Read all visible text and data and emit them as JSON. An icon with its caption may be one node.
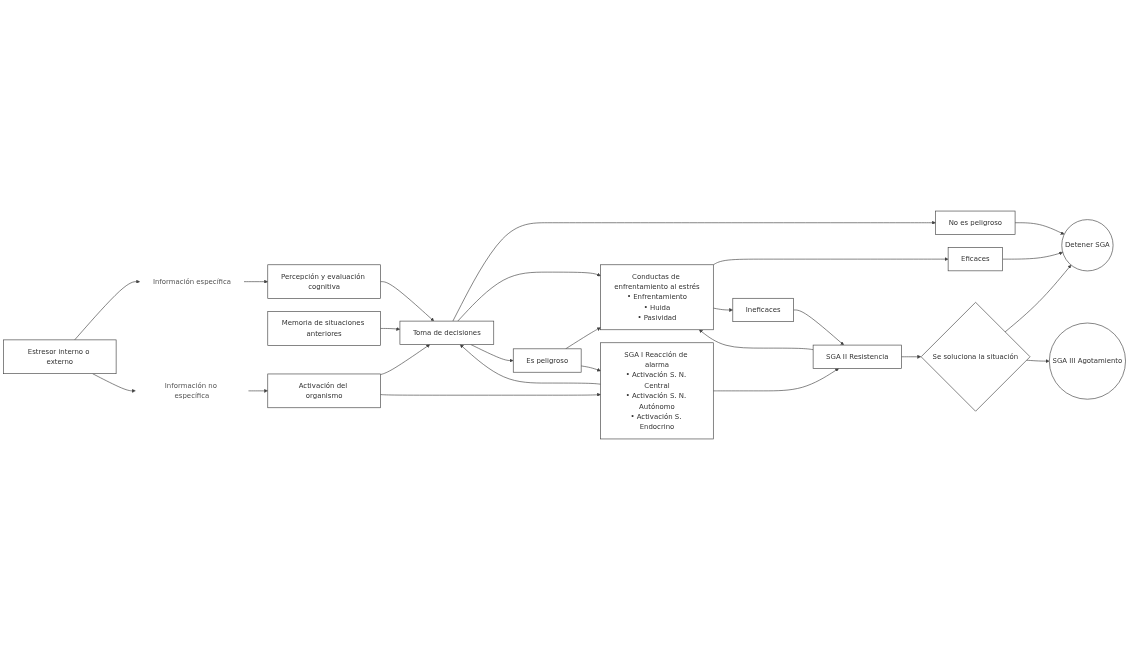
{
  "diagram": {
    "nodes": [
      {
        "text": [
          "Información específica"
        ]
      },
      {
        "text": [
          "Percepción y evaluación cognitiva"
        ]
      },
      {
        "text": [
          "Memoria de situaciones anteriores"
        ]
      },
      {
        "text": [
          "No es peligroso"
        ]
      },
      {
        "text": [
          "Detener SGA"
        ]
      },
      {
        "text": [
          "Conductas de enfrentamiento al estrés",
          "• Enfrentamiento",
          "• Huida",
          "• Pasividad"
        ]
      },
      {
        "text": [
          "Eficaces"
        ]
      },
      {
        "text": [
          "Estresor interno o externo"
        ]
      },
      {
        "text": [
          "Toma de decisiones"
        ]
      },
      {
        "text": [
          "Es peligroso"
        ]
      },
      {
        "text": [
          "Ineficaces"
        ]
      },
      {
        "text": [
          "Información no específica"
        ]
      },
      {
        "text": [
          "Activación del organismo"
        ]
      },
      {
        "text": [
          "SGA I Reacción de alarma",
          "• Activación S. N. Central",
          "• Activación S. N. Autónomo",
          "• Activación S. Endocrino"
        ]
      },
      {
        "text": [
          "SGA II Resistencia"
        ]
      },
      {
        "text": [
          "Se soluciona la situación"
        ]
      },
      {
        "text": [
          "SGA III Agotamiento"
        ]
      }
    ],
    "edges": [
      {
        "from": 7,
        "to": 0,
        "arrow": "to"
      },
      {
        "from": 7,
        "to": 11,
        "arrow": "to"
      },
      {
        "from": 0,
        "to": 1,
        "arrow": "to"
      },
      {
        "from": 1,
        "to": 8,
        "arrow": "to"
      },
      {
        "from": 2,
        "to": 8,
        "arrow": "to"
      },
      {
        "from": 8,
        "to": 3,
        "arrow": "to"
      },
      {
        "from": 8,
        "to": 5,
        "arrow": "to"
      },
      {
        "from": 8,
        "to": 9,
        "arrow": "to"
      },
      {
        "from": 9,
        "to": 5,
        "arrow": "to"
      },
      {
        "from": 9,
        "to": 13,
        "arrow": "to"
      },
      {
        "from": 3,
        "to": 4,
        "arrow": "to"
      },
      {
        "from": 5,
        "to": 6,
        "arrow": "to"
      },
      {
        "from": 6,
        "to": 4,
        "arrow": "to"
      },
      {
        "from": 5,
        "to": 10,
        "arrow": "to"
      },
      {
        "from": 10,
        "to": 14,
        "arrow": "to"
      },
      {
        "from": 14,
        "to": 5,
        "arrow": "to"
      },
      {
        "from": 11,
        "to": 12,
        "arrow": "to"
      },
      {
        "from": 12,
        "to": 8,
        "arrow": "to"
      },
      {
        "from": 12,
        "to": 13,
        "arrow": "to"
      },
      {
        "from": 13,
        "to": 8,
        "arrow": "to"
      },
      {
        "from": 13,
        "to": 14,
        "arrow": "to"
      },
      {
        "from": 14,
        "to": 15,
        "arrow": "to"
      },
      {
        "from": 15,
        "to": 4,
        "arrow": "to"
      },
      {
        "from": 15,
        "to": 16,
        "arrow": "to"
      }
    ]
  }
}
